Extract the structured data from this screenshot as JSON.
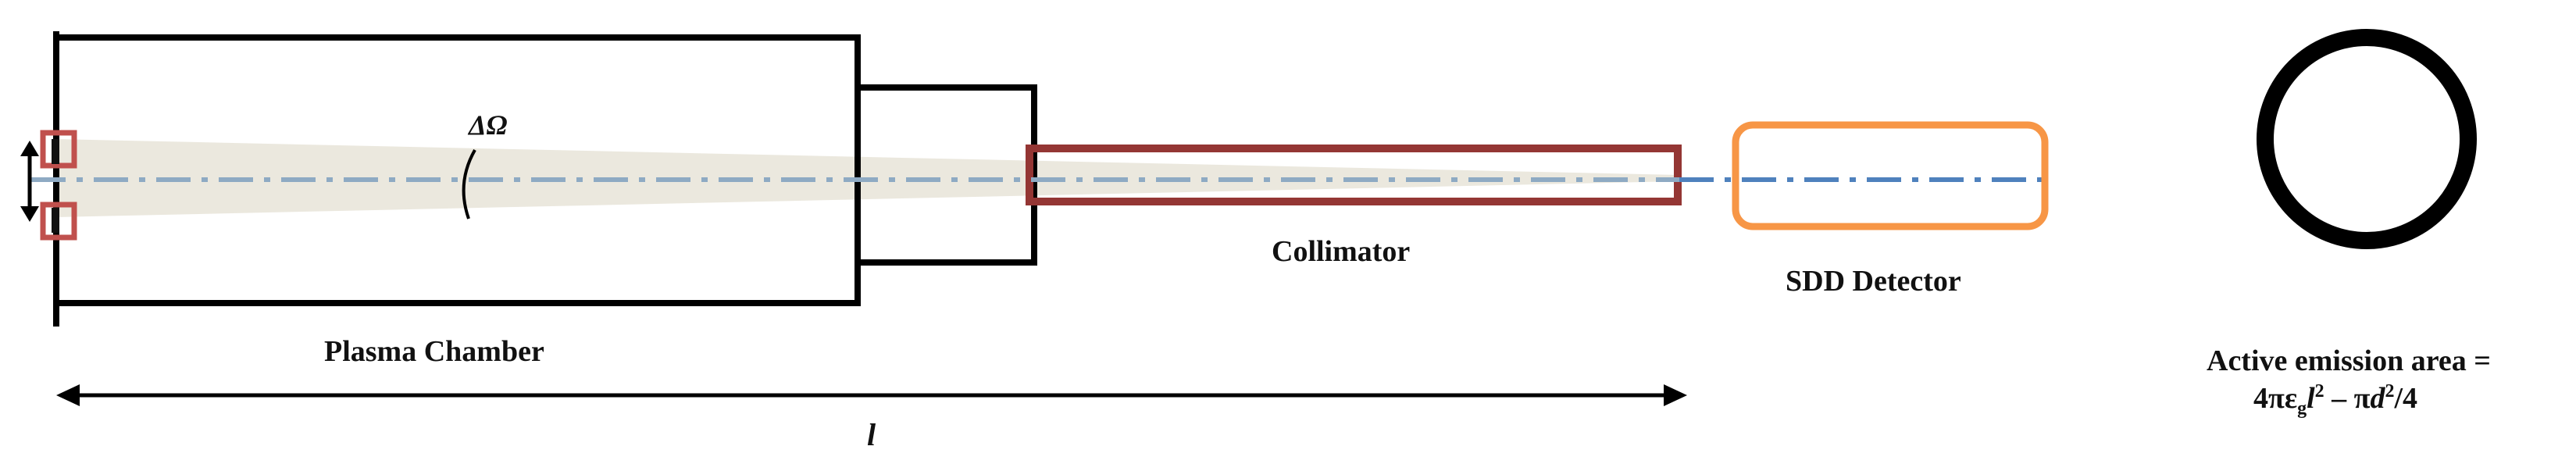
{
  "diagram": {
    "labels": {
      "solid_angle": "ΔΩ",
      "plasma_chamber": "Plasma Chamber",
      "collimator": "Collimator",
      "detector": "SDD Detector",
      "length": "l",
      "emission_area_line1": "Active emission area =",
      "emission_area_formula": {
        "coef": "4πε",
        "sub_g": "g",
        "l": "l",
        "sup_2a": "2",
        "minus": " – π",
        "d": "d",
        "sup_2b": "2",
        "tail": "/4"
      }
    },
    "colors": {
      "outline": "#000000",
      "cone_fill": "#e9e6da",
      "axis_line": "#8eaac3",
      "axis_line_dark": "#4f81bd",
      "collimator": "#943634",
      "aperture": "#c0504d",
      "detector": "#f79646"
    }
  }
}
